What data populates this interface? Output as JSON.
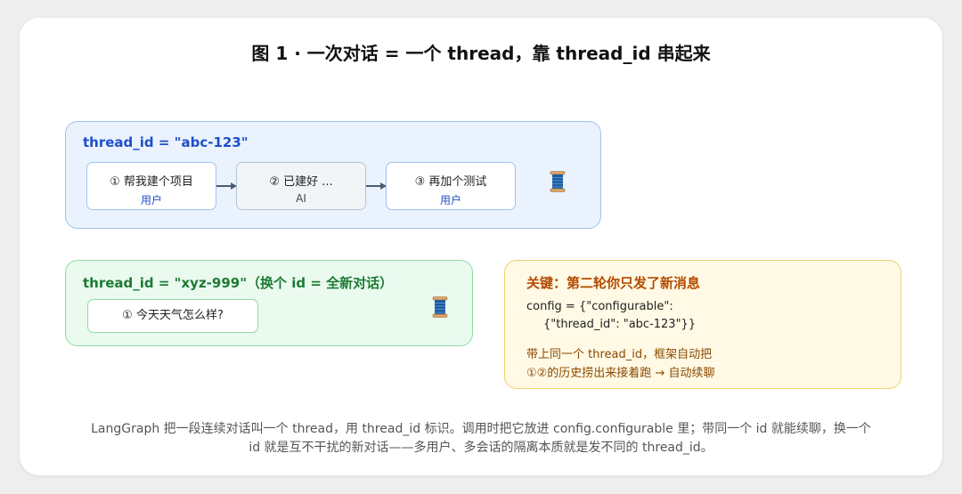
{
  "title": "图 1 · 一次对话 = 一个 thread，靠 thread_id 串起来",
  "blue_panel": {
    "label": "thread_id = \"abc-123\"",
    "steps": [
      {
        "text": "① 帮我建个项目",
        "role": "用户"
      },
      {
        "text": "② 已建好 ...",
        "role": "AI"
      },
      {
        "text": "③ 再加个测试",
        "role": "用户"
      }
    ],
    "icon": "spool-of-thread-icon"
  },
  "green_panel": {
    "label": "thread_id = \"xyz-999\"（换个 id = 全新对话）",
    "step": "① 今天天气怎么样?",
    "icon": "spool-of-thread-icon"
  },
  "key_panel": {
    "title": "关键：第二轮你只发了新消息",
    "code_line1": "config = {\"configurable\":",
    "code_line2": "{\"thread_id\": \"abc-123\"}}",
    "note_line1": "带上同一个 thread_id，框架自动把",
    "note_line2": "①②的历史捞出来接着跑 → 自动续聊"
  },
  "caption": {
    "line1": "LangGraph 把一段连续对话叫一个 thread，用 thread_id 标识。调用时把它放进 config.configurable 里；带同一个 id 就能续聊，换一个",
    "line2": "id 就是互不干扰的新对话——多用户、多会话的隔离本质就是发不同的 thread_id。"
  },
  "colors": {
    "blue_accent": "#1f4fc9",
    "green_accent": "#1e7a34",
    "orange_accent": "#b34b00"
  }
}
